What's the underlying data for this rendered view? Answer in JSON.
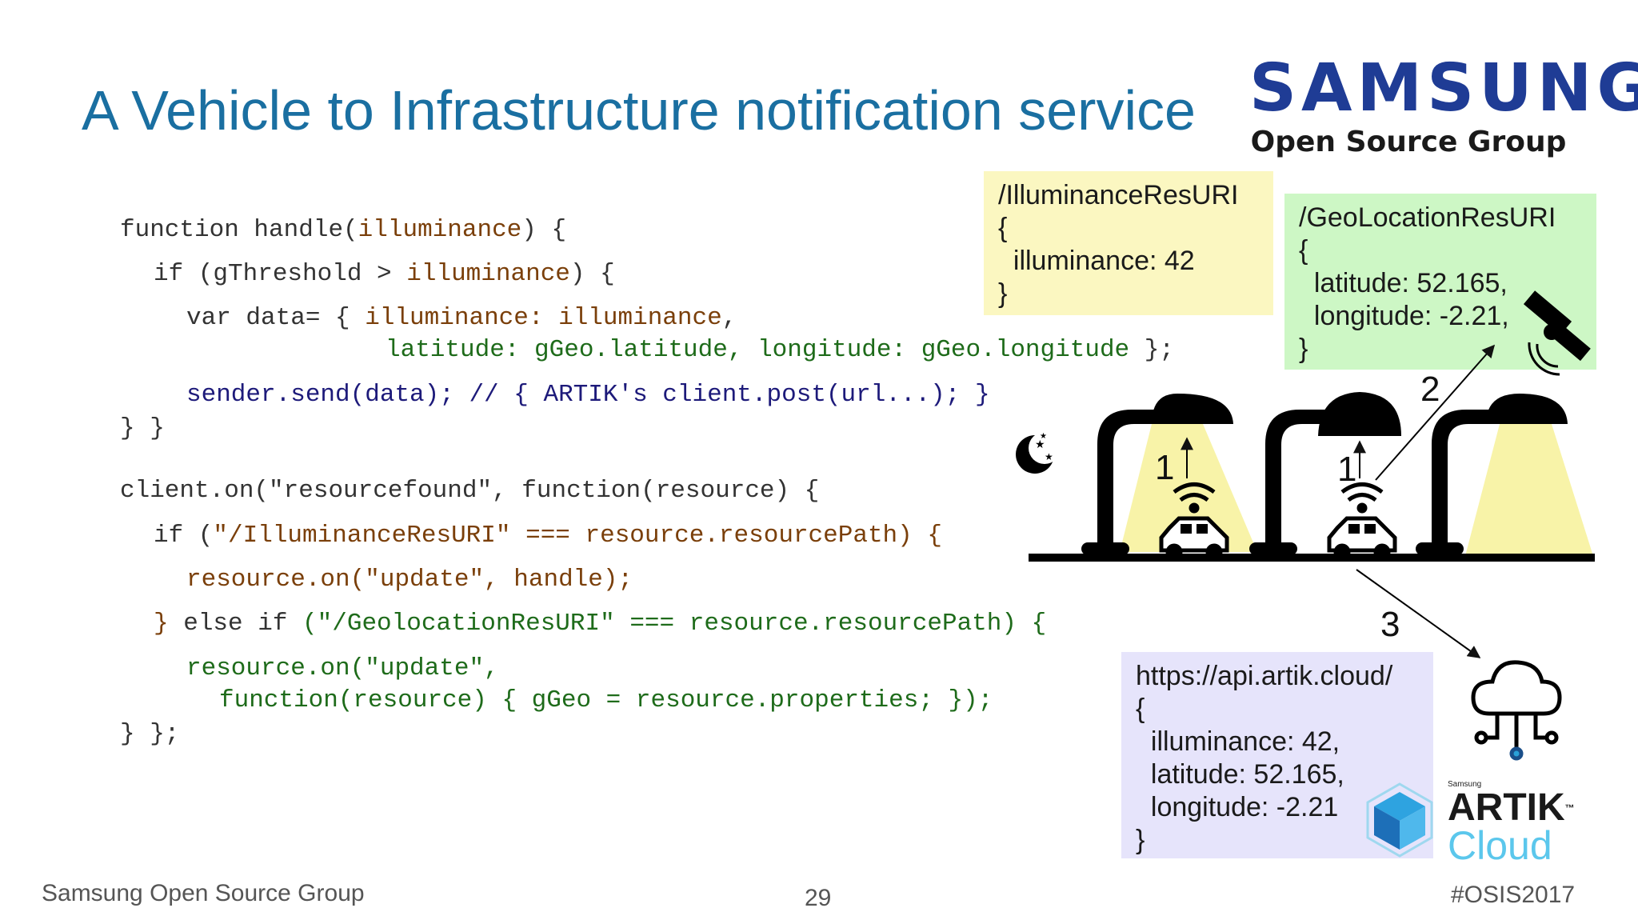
{
  "slide": {
    "title": "A Vehicle to Infrastructure notification service",
    "logo": {
      "brand": "SAMSUNG",
      "group": "Open Source Group"
    },
    "code": {
      "l1a": "function handle(",
      "l1b": "illuminance",
      "l1c": ") {",
      "l2a": "if (gThreshold > ",
      "l2b": "illuminance",
      "l2c": ") {",
      "l3a": "var data= { ",
      "l3b": "illuminance: illuminance",
      "l3c": ",",
      "l4a": "latitude: gGeo.latitude, longitude: gGeo.longitude",
      "l4b": " };",
      "l5": "sender.send(data); // { ARTIK's client.post(url...); }",
      "l6": "} }",
      "l7": "client.on(\"resourcefound\", function(resource) {",
      "l8a": "if (",
      "l8b": "\"/IlluminanceResURI\" === resource.resourcePath) {",
      "l9": "resource.on(\"update\", handle);",
      "l10a": "} ",
      "l10b": "else if ",
      "l10c": "(\"/GeolocationResURI\" === resource.resourcePath) {",
      "l11": "resource.on(\"update\",",
      "l12": "function(resource) { gGeo = resource.properties; });",
      "l13": "} };"
    },
    "boxes": {
      "illuminance": "/IlluminanceResURI\n{\n  illuminance: 42\n}",
      "geolocation": "/GeoLocationResURI\n{\n  latitude: 52.165,\n  longitude: -2.21,\n}",
      "artik": "https://api.artik.cloud/\n{\n  illuminance: 42,\n  latitude: 52.165,\n  longitude: -2.21\n}"
    },
    "diagram": {
      "step1a": "1",
      "step1b": "1",
      "step2": "2",
      "step3": "3"
    },
    "artik_logo": {
      "small": "Samsung",
      "name": "ARTIK",
      "tm": "™",
      "cloud": "Cloud"
    },
    "footer": {
      "left": "Samsung Open Source Group",
      "page": "29",
      "right": "#OSIS2017"
    },
    "colors": {
      "title": "#1a6fa1",
      "samsung": "#1f3c95",
      "illum_box": "#fbf7c1",
      "geo_box": "#cdf7c5",
      "artik_box": "#e6e4fb"
    }
  }
}
